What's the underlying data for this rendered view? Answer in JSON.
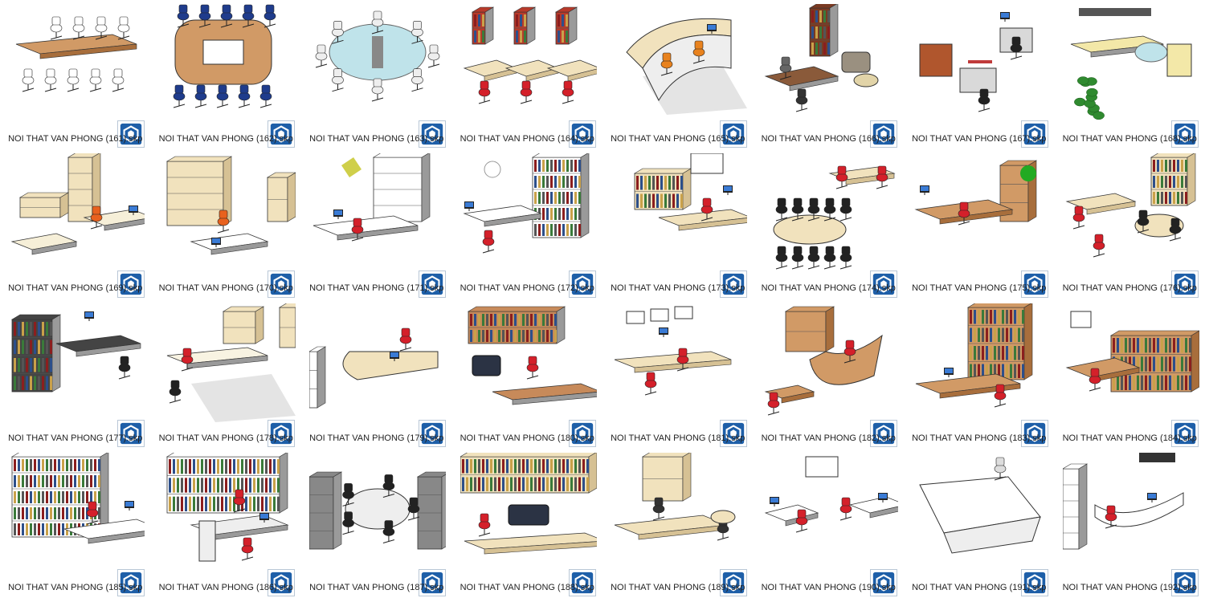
{
  "files": [
    {
      "name": "NOI THAT VAN PHONG (161).skp",
      "icon": "sketchup-file-icon",
      "scene": "conference-table"
    },
    {
      "name": "NOI THAT VAN PHONG (162).skp",
      "icon": "sketchup-file-icon",
      "scene": "ring-meeting-table"
    },
    {
      "name": "NOI THAT VAN PHONG (163).skp",
      "icon": "sketchup-file-icon",
      "scene": "round-glass-table"
    },
    {
      "name": "NOI THAT VAN PHONG (164).skp",
      "icon": "sketchup-file-icon",
      "scene": "workstation-rows"
    },
    {
      "name": "NOI THAT VAN PHONG (165).skp",
      "icon": "sketchup-file-icon",
      "scene": "curved-reception"
    },
    {
      "name": "NOI THAT VAN PHONG (166).skp",
      "icon": "sketchup-file-icon",
      "scene": "office-lounge"
    },
    {
      "name": "NOI THAT VAN PHONG (167).skp",
      "icon": "sketchup-file-icon",
      "scene": "cubicles"
    },
    {
      "name": "NOI THAT VAN PHONG (168).skp",
      "icon": "sketchup-file-icon",
      "scene": "open-office-plant"
    },
    {
      "name": "NOI THAT VAN PHONG (169).skp",
      "icon": "sketchup-file-icon",
      "scene": "desk-cabinet"
    },
    {
      "name": "NOI THAT VAN PHONG (170).skp",
      "icon": "sketchup-file-icon",
      "scene": "shelving-desk"
    },
    {
      "name": "NOI THAT VAN PHONG (171).skp",
      "icon": "sketchup-file-icon",
      "scene": "l-desk-wardrobe"
    },
    {
      "name": "NOI THAT VAN PHONG (172).skp",
      "icon": "sketchup-file-icon",
      "scene": "corner-shelves"
    },
    {
      "name": "NOI THAT VAN PHONG (173).skp",
      "icon": "sketchup-file-icon",
      "scene": "cubby-shelf-desk"
    },
    {
      "name": "NOI THAT VAN PHONG (174).skp",
      "icon": "sketchup-file-icon",
      "scene": "oval-meeting"
    },
    {
      "name": "NOI THAT VAN PHONG (175).skp",
      "icon": "sketchup-file-icon",
      "scene": "wood-desk-red-chair"
    },
    {
      "name": "NOI THAT VAN PHONG (176).skp",
      "icon": "sketchup-file-icon",
      "scene": "office-set"
    },
    {
      "name": "NOI THAT VAN PHONG (177).skp",
      "icon": "sketchup-file-icon",
      "scene": "dark-desk"
    },
    {
      "name": "NOI THAT VAN PHONG (178).skp",
      "icon": "sketchup-file-icon",
      "scene": "desk-shadow"
    },
    {
      "name": "NOI THAT VAN PHONG (179).skp",
      "icon": "sketchup-file-icon",
      "scene": "curved-desk"
    },
    {
      "name": "NOI THAT VAN PHONG (180).skp",
      "icon": "sketchup-file-icon",
      "scene": "long-bookshelf"
    },
    {
      "name": "NOI THAT VAN PHONG (181).skp",
      "icon": "sketchup-file-icon",
      "scene": "workstations-frames"
    },
    {
      "name": "NOI THAT VAN PHONG (182).skp",
      "icon": "sketchup-file-icon",
      "scene": "wood-reception"
    },
    {
      "name": "NOI THAT VAN PHONG (183).skp",
      "icon": "sketchup-file-icon",
      "scene": "cabinet-l-desk"
    },
    {
      "name": "NOI THAT VAN PHONG (184).skp",
      "icon": "sketchup-file-icon",
      "scene": "shelf-l-desk"
    },
    {
      "name": "NOI THAT VAN PHONG (185).skp",
      "icon": "sketchup-file-icon",
      "scene": "white-wardrobe"
    },
    {
      "name": "NOI THAT VAN PHONG (186).skp",
      "icon": "sketchup-file-icon",
      "scene": "white-wardrobe-desk"
    },
    {
      "name": "NOI THAT VAN PHONG (187).skp",
      "icon": "sketchup-file-icon",
      "scene": "round-workstation"
    },
    {
      "name": "NOI THAT VAN PHONG (188).skp",
      "icon": "sketchup-file-icon",
      "scene": "library-sofa"
    },
    {
      "name": "NOI THAT VAN PHONG (189).skp",
      "icon": "sketchup-file-icon",
      "scene": "light-desk"
    },
    {
      "name": "NOI THAT VAN PHONG (190).skp",
      "icon": "sketchup-file-icon",
      "scene": "two-desks"
    },
    {
      "name": "NOI THAT VAN PHONG (191).skp",
      "icon": "sketchup-file-icon",
      "scene": "white-exec-desk"
    },
    {
      "name": "NOI THAT VAN PHONG (192).skp",
      "icon": "sketchup-file-icon",
      "scene": "white-curved-desk"
    }
  ],
  "colors": {
    "wood": "#d19a66",
    "wood_light": "#f1e2bd",
    "red": "#d4202a",
    "blue_chair": "#1f3c8c",
    "gray_dark": "#444444",
    "glass": "#bfe3ea",
    "sketchup_blue": "#1e5fa8",
    "text": "#222222"
  }
}
